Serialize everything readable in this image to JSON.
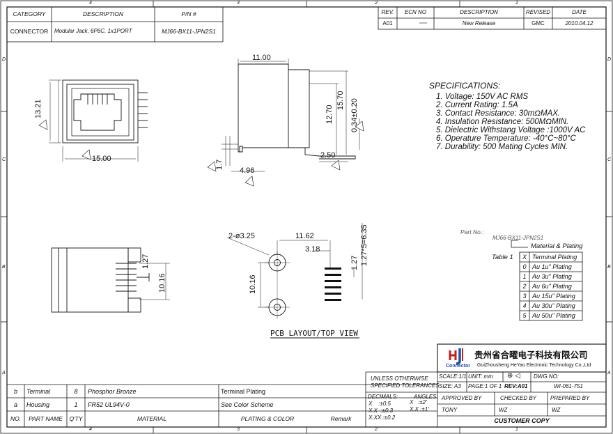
{
  "title_block_top": {
    "headers": [
      "CATEGORY",
      "DESCRIPTION",
      "P/N #"
    ],
    "category": "CONNECTOR",
    "description": "Modular Jack, 6P6C, 1x1PORT",
    "pn": "MJ66-BX11-JPN2S1"
  },
  "revision_block": {
    "headers": [
      "REV.",
      "ECN NO",
      "DESCRIPTION",
      "REVISED",
      "DATE"
    ],
    "row": {
      "rev": "A01",
      "ecn": "",
      "description": "New Release",
      "revised": "GMC",
      "date": "2010.04.12"
    }
  },
  "zone_labels": {
    "columns": [
      "4",
      "3",
      "2",
      "1"
    ],
    "rows": [
      "D",
      "C",
      "B",
      "A"
    ]
  },
  "specifications": {
    "title": "SPECIFICATIONS:",
    "items": [
      "1. Voltage: 150V AC RMS",
      "2. Current Rating: 1.5A",
      "3. Contact Resistance: 30mΩMAX.",
      "4. Insulation Resistance: 500MΩMIN.",
      "5. Dielectric Withstang Voltage :1000V AC",
      "6. Operature Temperature: -40°C~80°C",
      "7. Durability: 500 Mating Cycles MIN."
    ]
  },
  "dimensions": {
    "front_height": "13.21",
    "front_width": "15.00",
    "side_top": "11.00",
    "side_h1": "12.70",
    "side_h2": "15.70",
    "side_tol": "0.34±0.20",
    "side_pin": "2.50",
    "side_left": "1.7",
    "side_bottom": "4.96",
    "bottom_pitch": "1.27",
    "bottom_width": "10.16",
    "pcb_holes": "2-ø3.25",
    "pcb_top": "11.62",
    "pcb_offset": "3.18",
    "pcb_pitch_total": "1.27*5=6.35",
    "pcb_pitch": "1.27",
    "pcb_vertical": "10.16"
  },
  "pcb_caption": "PCB LAYOUT/TOP VIEW",
  "part_no": {
    "label": "Part No.:",
    "value": "MJ66-BX11-JPN2S1",
    "material_label": "Material & Plating"
  },
  "table1": {
    "title": "Table 1",
    "headers": [
      "X",
      "Terminal Plating"
    ],
    "rows": [
      [
        "0",
        "Au 1u\" Plating"
      ],
      [
        "1",
        "Au 3u\" Plating"
      ],
      [
        "2",
        "Au 6u\" Plating"
      ],
      [
        "3",
        "Au 15u\" Plating"
      ],
      [
        "4",
        "Au 30u\" Plating"
      ],
      [
        "5",
        "Au 50u\" Plating"
      ]
    ]
  },
  "company": {
    "logo_text": "Connector",
    "name_cn": "贵州省合曜电子科技有限公司",
    "name_en": "GuiZhousheng HeYao Electronic Technology Co.,Ltd"
  },
  "bom": {
    "rows": [
      {
        "no": "b",
        "name": "Terminal",
        "qty": "8",
        "material": "Phosphor Bronze",
        "plating": "Terminal Plating",
        "remark": ""
      },
      {
        "no": "a",
        "name": "Housing",
        "qty": "1",
        "material": "FR52 UL94V-0",
        "plating": "See Color Scheme",
        "remark": ""
      }
    ],
    "headers": [
      "NO.",
      "PART NAME",
      "Q'TY",
      "MATERIAL",
      "PLATING & COLOR",
      "Remark"
    ]
  },
  "tolerances": {
    "title1": "UNLESS OTHERWISE",
    "title2": "SPECIFIED TOLERANCES",
    "decimals": "DECIMALS:",
    "angles": "ANGLES:",
    "d1": "X    :±0.5",
    "d2": "X.X  :±0.3",
    "d3": "X.XX :±0.2",
    "a1": "X   :±2'",
    "a2": "X.X :±1'"
  },
  "drawing_info": {
    "scale": "SCALE:1/1",
    "unit": "UNIT: mm",
    "dwg_label": "DWG.NO:",
    "dwg_no": "WI-061-751",
    "size": "SIZE: A3",
    "page": "PAGE:1 OF 1",
    "rev": "REV:A01",
    "approved_by": "APPROVED BY",
    "checked_by": "CHECKED BY",
    "prepared_by": "PREPARED BY",
    "approver": "TONY",
    "checker": "WZ",
    "preparer": "WZ",
    "customer_copy": "CUSTOMER COPY"
  }
}
